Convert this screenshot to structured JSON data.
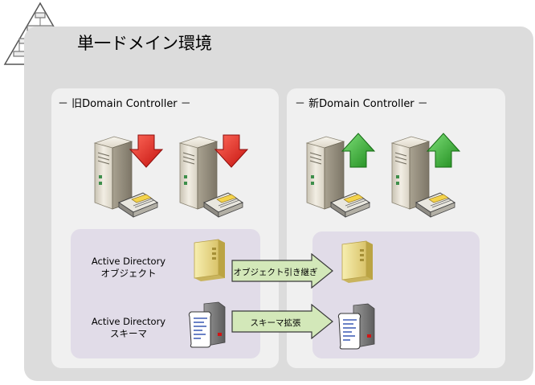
{
  "title": "単一ドメイン環境",
  "panels": {
    "old": {
      "title": "－ 旧Domain Controller －"
    },
    "new": {
      "title": "－ 新Domain Controller －"
    }
  },
  "rows": {
    "objects": {
      "label_line1": "Active Directory",
      "label_line2": "オブジェクト",
      "arrow_label": "オブジェクト引き継ぎ"
    },
    "schema": {
      "label_line1": "Active Directory",
      "label_line2": "スキーマ",
      "arrow_label": "スキーマ拡張"
    }
  },
  "icons": {
    "domain": "pyramid-icon",
    "server": "server-tower-icon",
    "down_arrow": "red-down-arrow-icon",
    "up_arrow": "green-up-arrow-icon",
    "disk": "disk-drive-icon",
    "objects": "ad-objects-icon",
    "schema": "ad-schema-icon"
  },
  "colors": {
    "outer_bg": "#dcdcdc",
    "panel_bg": "#f0f0f0",
    "sub_bg": "#e1dce8",
    "arrow_fill": "#d3e8b9",
    "down_arrow": "#e8231f",
    "up_arrow": "#3aaa35"
  }
}
